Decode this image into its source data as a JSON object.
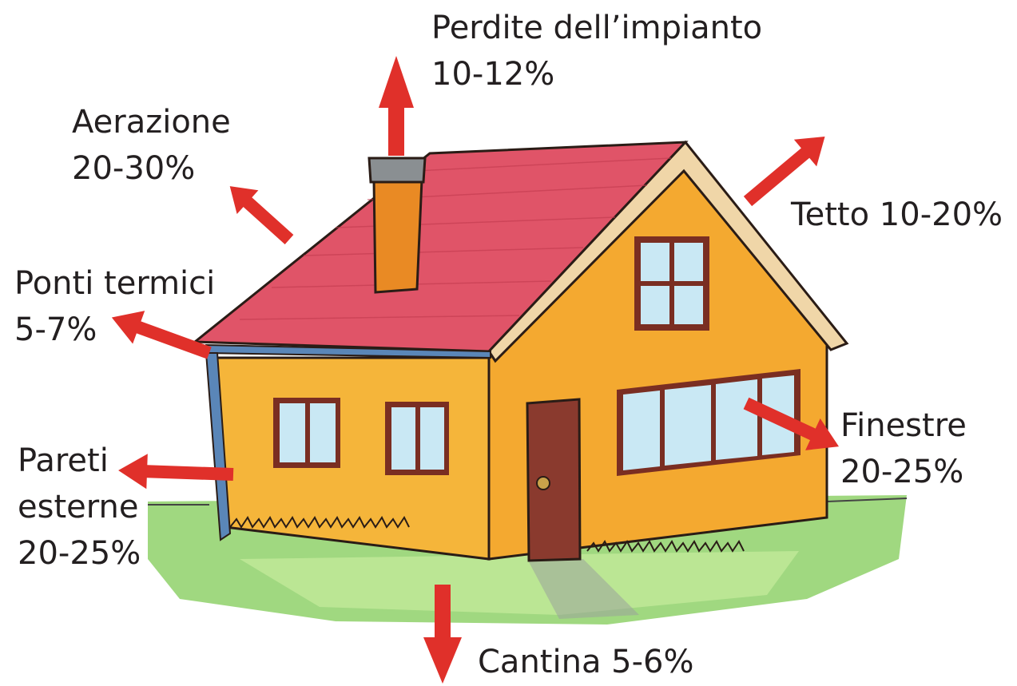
{
  "labels": {
    "impianto": {
      "name": "Perdite dell’impianto",
      "value": "10-12%"
    },
    "aerazione": {
      "name": "Aerazione",
      "value": "20-30%"
    },
    "tetto": {
      "text": "Tetto 10-20%"
    },
    "ponti": {
      "name": "Ponti termici",
      "value": "5-7%"
    },
    "finestre": {
      "name": "Finestre",
      "value": "20-25%"
    },
    "pareti": {
      "line1": "Pareti",
      "line2": "esterne",
      "value": "20-25%"
    },
    "cantina": {
      "text": "Cantina 5-6%"
    }
  },
  "colors": {
    "arrow": "#e0302a",
    "roof": "#e05468",
    "wall": "#f5b53a",
    "chimney": "#e98a24",
    "door": "#8a3a2e",
    "window_frame": "#7a2e22",
    "glass": "#c9e8f4",
    "grass": "#8fd16a",
    "gutter": "#5a86b8",
    "outline": "#2a1c16"
  }
}
